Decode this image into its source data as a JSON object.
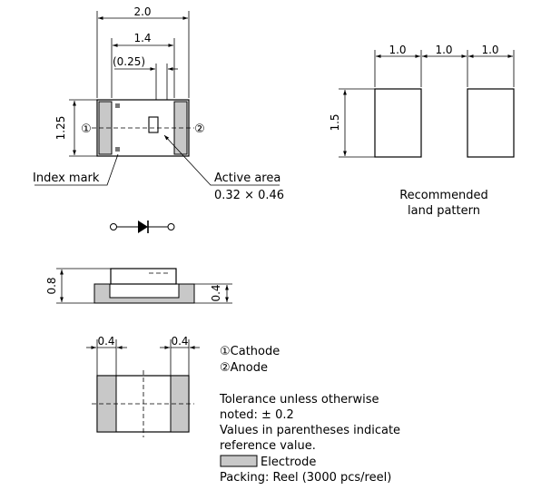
{
  "top_view": {
    "dim_width": "2.0",
    "dim_inner": "1.4",
    "dim_ref": "(0.25)",
    "dim_height": "1.25",
    "marker_cathode": "①",
    "marker_anode": "②",
    "index_mark_label": "Index mark",
    "active_area_label": "Active area",
    "active_area_size": "0.32 × 0.46"
  },
  "land_pattern": {
    "dim_left": "1.0",
    "dim_gap": "1.0",
    "dim_right": "1.0",
    "dim_height": "1.5",
    "caption_line1": "Recommended",
    "caption_line2": "land pattern"
  },
  "side_view": {
    "dim_total_height": "0.8",
    "dim_base_height": "0.4"
  },
  "bottom_view": {
    "dim_left_electrode": "0.4",
    "dim_right_electrode": "0.4"
  },
  "notes": {
    "cathode_label": "①Cathode",
    "anode_label": "②Anode",
    "tolerance_line1": "Tolerance unless otherwise",
    "tolerance_line2": "noted: ± 0.2",
    "reference_line1": "Values in parentheses indicate",
    "reference_line2": "reference value.",
    "electrode_legend": "Electrode",
    "packing": "Packing: Reel (3000 pcs/reel)"
  },
  "colors": {
    "electrode_fill": "#c8c8c8",
    "line": "#000000"
  }
}
